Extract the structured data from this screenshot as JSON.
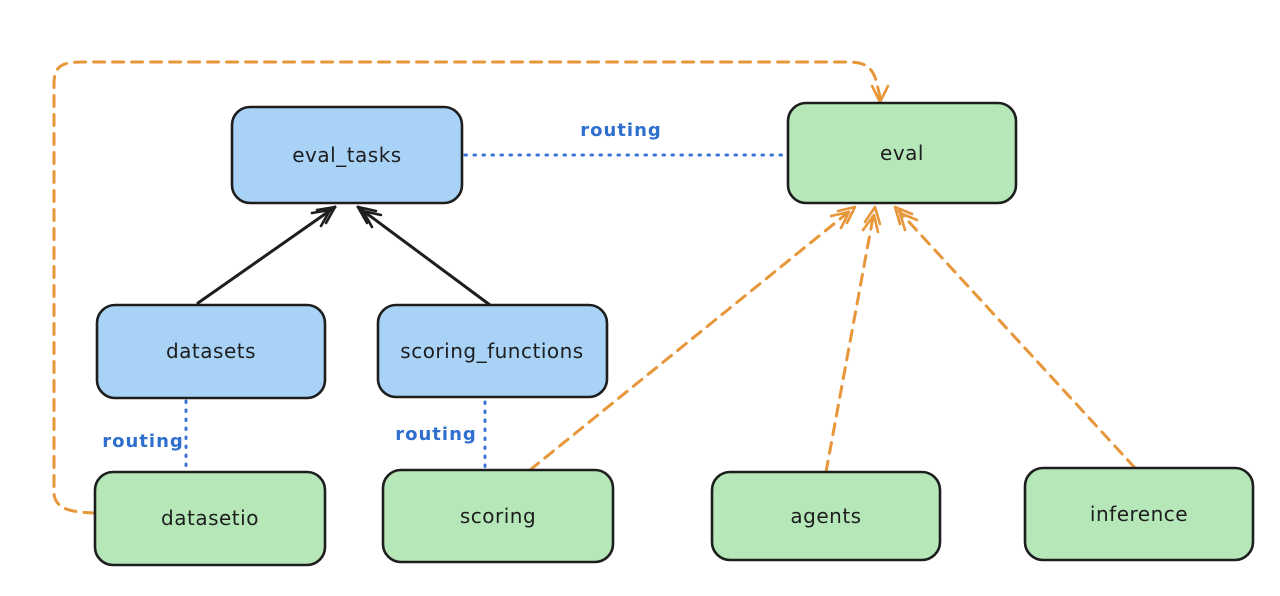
{
  "diagram": {
    "nodes": {
      "eval_tasks": {
        "label": "eval_tasks",
        "fill_color": "#a8d3f7"
      },
      "eval": {
        "label": "eval",
        "fill_color": "#b5e7b9"
      },
      "datasets": {
        "label": "datasets",
        "fill_color": "#a8d3f7"
      },
      "scoring_functions": {
        "label": "scoring_functions",
        "fill_color": "#a8d3f7"
      },
      "datasetio": {
        "label": "datasetio",
        "fill_color": "#b5e7b9"
      },
      "scoring": {
        "label": "scoring",
        "fill_color": "#b5e7b9"
      },
      "agents": {
        "label": "agents",
        "fill_color": "#b5e7b9"
      },
      "inference": {
        "label": "inference",
        "fill_color": "#b5e7b9"
      }
    },
    "edges": {
      "eval_tasks_eval": {
        "label": "routing",
        "style": "dotted",
        "color": "#3b74d4"
      },
      "datasets_datasetio": {
        "label": "routing",
        "style": "dotted",
        "color": "#3b74d4"
      },
      "scoring_functions_scoring": {
        "label": "routing",
        "style": "dotted",
        "color": "#3b74d4"
      },
      "datasets_eval_tasks": {
        "style": "solid_arrow",
        "color": "#1e1e1e"
      },
      "scoring_functions_eval_tasks": {
        "style": "solid_arrow",
        "color": "#1e1e1e"
      },
      "datasetio_eval": {
        "style": "dashed_arrow",
        "color": "#e8963a"
      },
      "scoring_eval": {
        "style": "dashed_arrow",
        "color": "#e8963a"
      },
      "agents_eval": {
        "style": "dashed_arrow",
        "color": "#e8963a"
      },
      "inference_eval": {
        "style": "dashed_arrow",
        "color": "#e8963a"
      }
    },
    "colors": {
      "background": "#ffffff",
      "node_border": "#1e1e1e",
      "blue_node_fill": "#a8d3f7",
      "green_node_fill": "#b5e7b9",
      "routing_blue": "#3b74d4",
      "routing_text_blue": "#2f6fce",
      "arrow_orange": "#e8963a",
      "arrow_black": "#1e1e1e"
    }
  }
}
